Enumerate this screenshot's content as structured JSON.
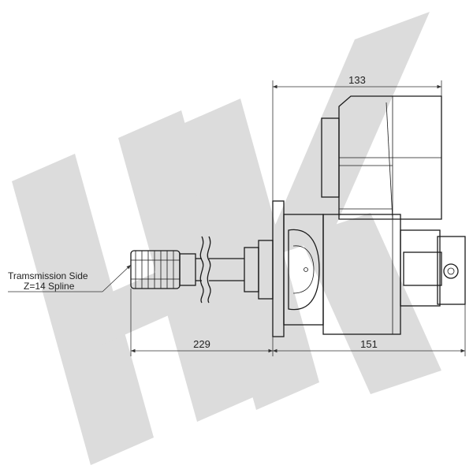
{
  "watermark": {
    "text": "HK",
    "color": "#d9d9d9"
  },
  "dimensions": {
    "top_width": "133",
    "shaft_length": "229",
    "body_length": "151"
  },
  "callout": {
    "line1": "Tramsmission Side",
    "line2": "Z=14 Spline"
  },
  "colors": {
    "line": "#1a1a1a",
    "dim": "#333333",
    "background": "#ffffff"
  }
}
